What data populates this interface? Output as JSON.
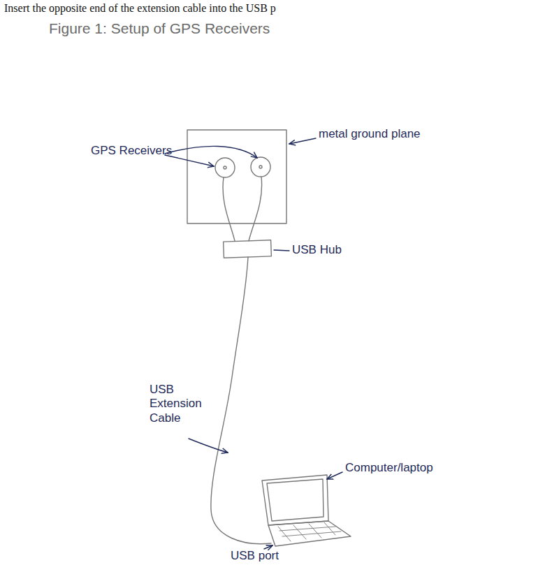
{
  "diagram": {
    "title": "Figure 1: Setup of GPS Receivers",
    "labels": [
      "Insert the opposite end of the extension cable into the USB p",
      "GPS Receivers",
      "metal ground plane",
      "USB Hub",
      "USB Extension Cable",
      "Computer/laptop",
      "USB port"
    ]
  }
}
